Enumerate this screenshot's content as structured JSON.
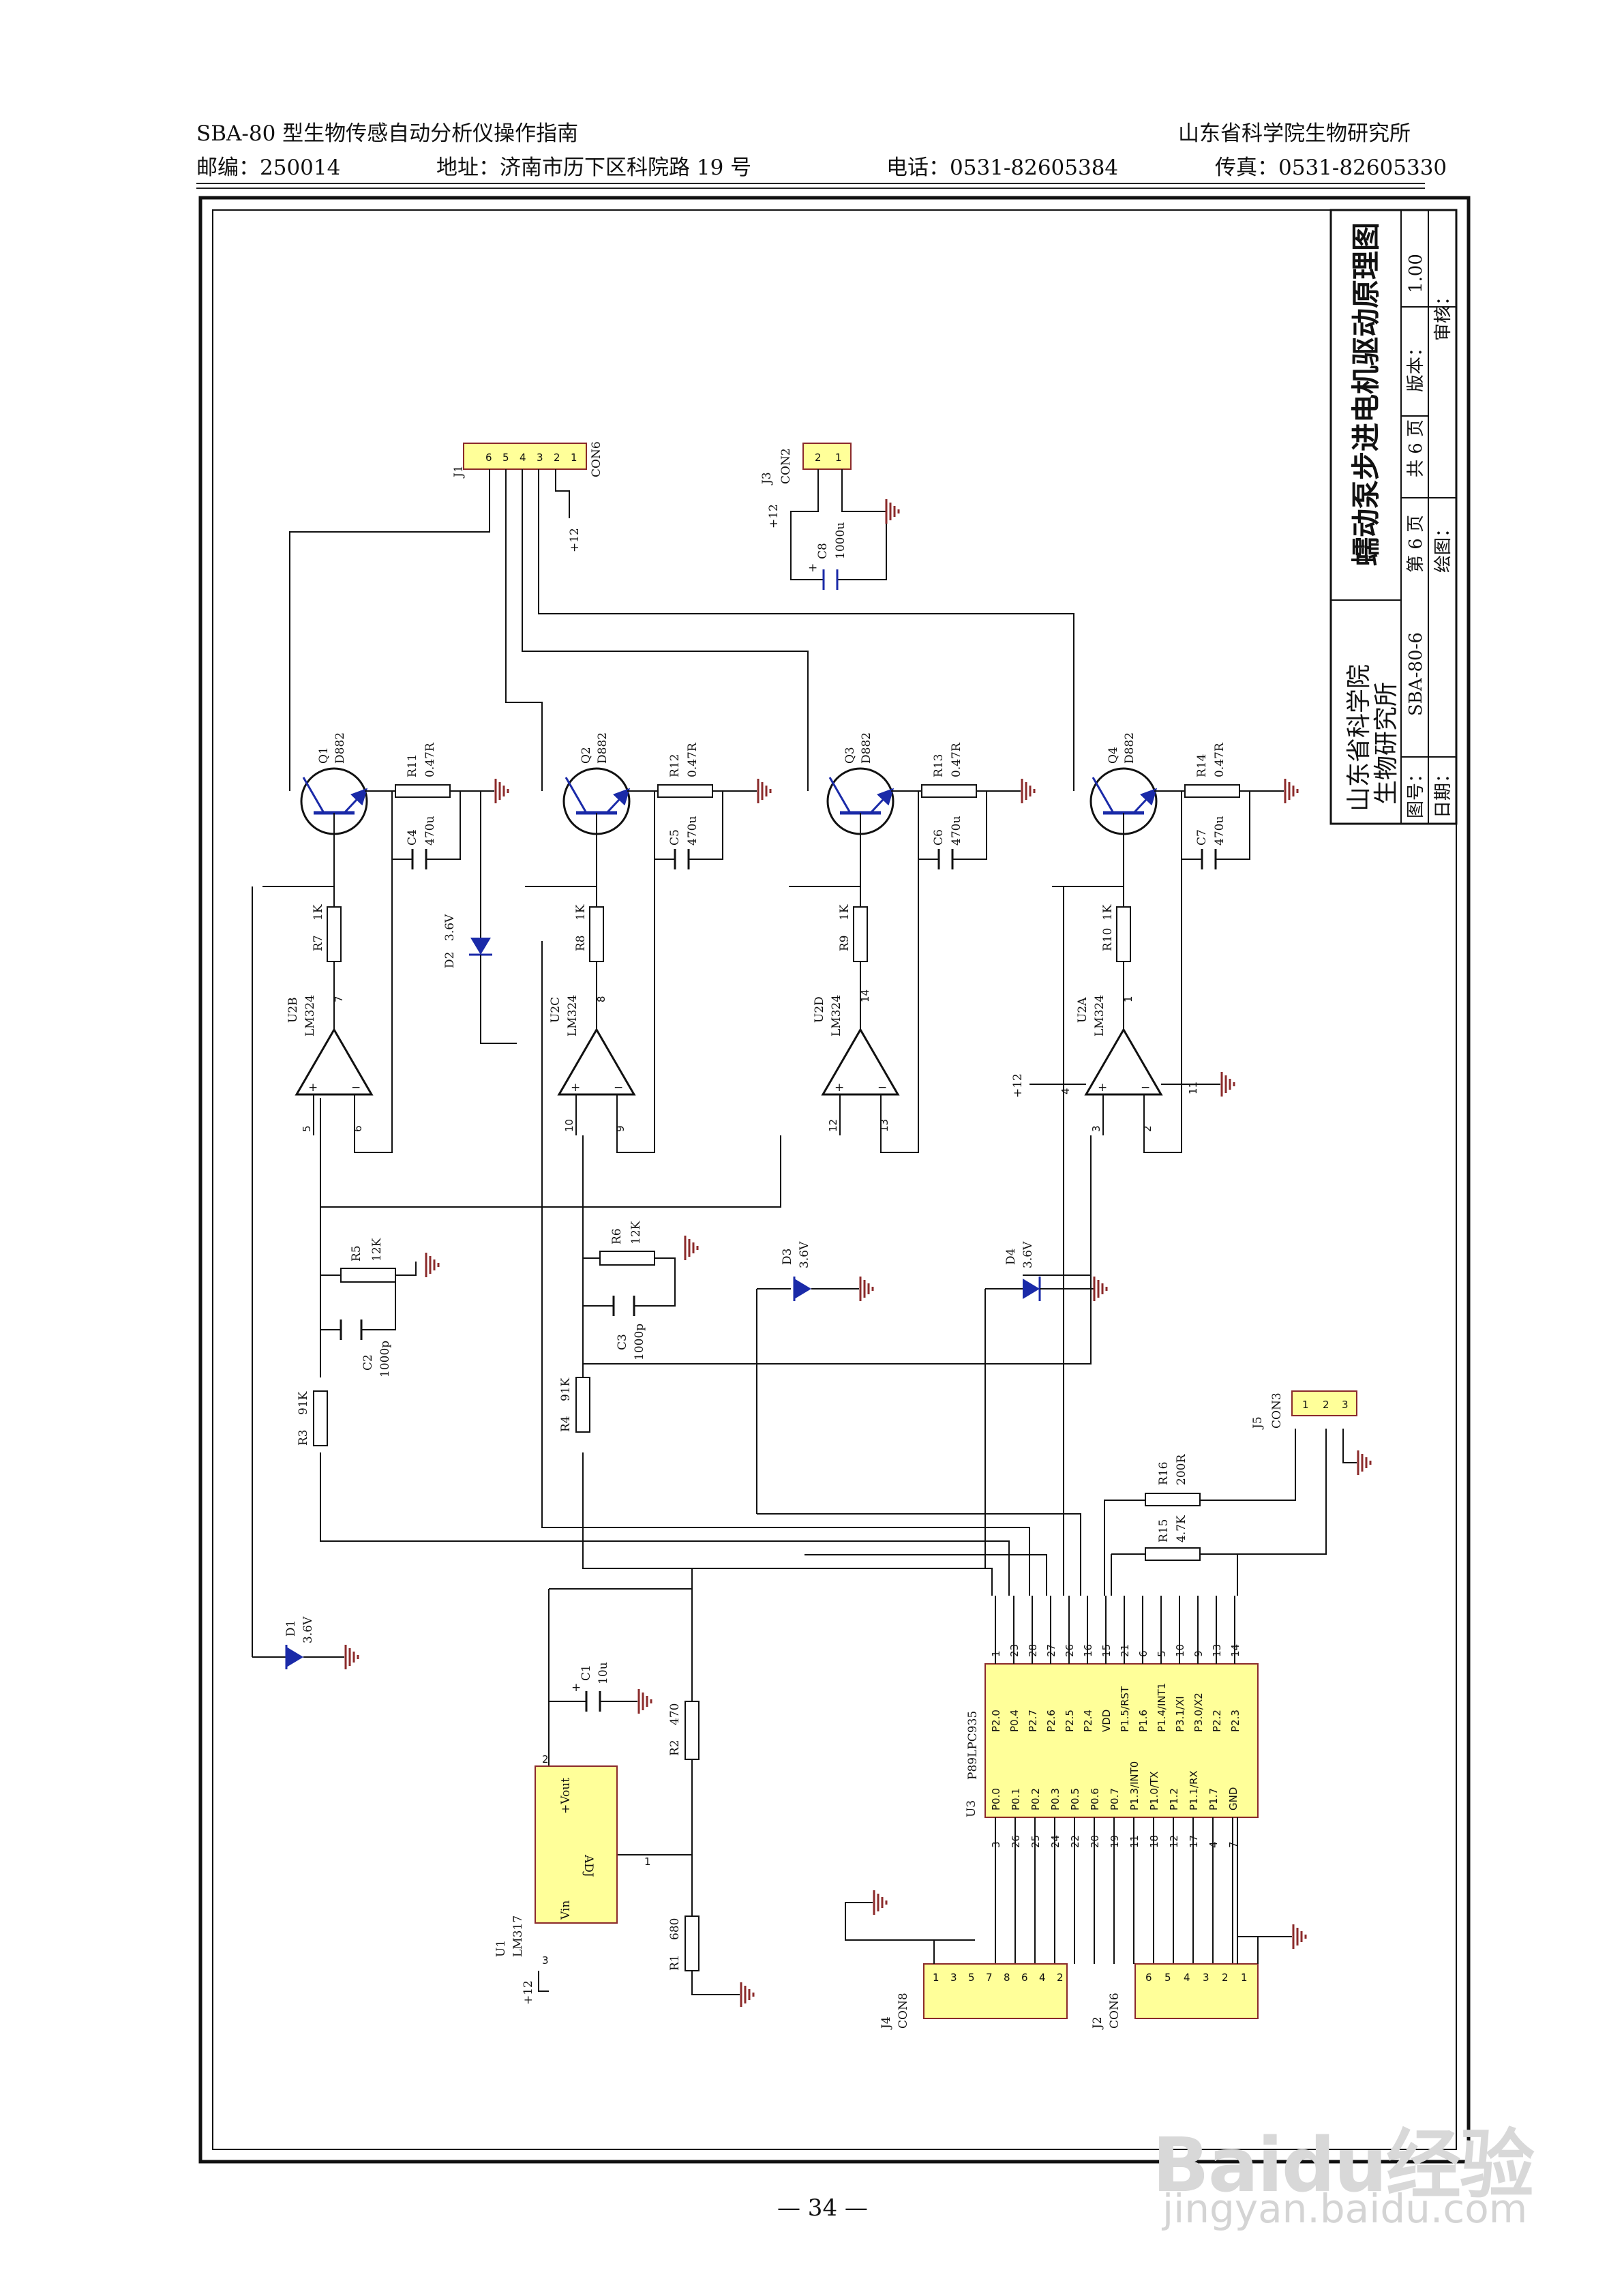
{
  "header": {
    "title": "SBA-80 型生物传感自动分析仪操作指南",
    "institute": "山东省科学院生物研究所",
    "postcode": "邮编：250014",
    "address": "地址：济南市历下区科院路 19 号",
    "phone": "电话：0531-82605384",
    "fax": "传真：0531-82605330"
  },
  "title_block": {
    "org_line1": "山东省科学院",
    "org_line2": "生物研究所",
    "drawing_title": "蠕动泵步进电机驱动原理图",
    "sheet": "第 6 页",
    "total": "共 6 页",
    "version_label": "版本：",
    "version": "1.00",
    "drawing_no_label": "图号：",
    "drawing_no": "SBA-80-6",
    "date_label": "日期：",
    "drawn_label": "绘图：",
    "review_label": "审核："
  },
  "components": {
    "transistors": [
      {
        "ref": "Q1",
        "part": "D882"
      },
      {
        "ref": "Q2",
        "part": "D882"
      },
      {
        "ref": "Q3",
        "part": "D882"
      },
      {
        "ref": "Q4",
        "part": "D882"
      }
    ],
    "emitter_resistors": [
      {
        "ref": "R11",
        "value": "0.47R"
      },
      {
        "ref": "R12",
        "value": "0.47R"
      },
      {
        "ref": "R13",
        "value": "0.47R"
      },
      {
        "ref": "R14",
        "value": "0.47R"
      }
    ],
    "emitter_caps": [
      {
        "ref": "C4",
        "value": "470u"
      },
      {
        "ref": "C5",
        "value": "470u"
      },
      {
        "ref": "C6",
        "value": "470u"
      },
      {
        "ref": "C7",
        "value": "470u"
      }
    ],
    "base_resistors": [
      {
        "ref": "R7",
        "value": "1K"
      },
      {
        "ref": "R8",
        "value": "1K"
      },
      {
        "ref": "R9",
        "value": "1K"
      },
      {
        "ref": "R10",
        "value": "1K"
      }
    ],
    "opamps": [
      {
        "ref": "U2B",
        "part": "LM324",
        "out": "7",
        "plus": "5",
        "minus": "6"
      },
      {
        "ref": "U2C",
        "part": "LM324",
        "out": "8",
        "plus": "10",
        "minus": "9"
      },
      {
        "ref": "U2D",
        "part": "LM324",
        "out": "14",
        "plus": "12",
        "minus": "13"
      },
      {
        "ref": "U2A",
        "part": "LM324",
        "out": "1",
        "plus": "3",
        "minus": "2"
      }
    ],
    "u2a_supply": {
      "vplus": "+12",
      "pin4": "4",
      "pin11": "11"
    },
    "zeners": [
      {
        "ref": "D1",
        "value": "3.6V"
      },
      {
        "ref": "D2",
        "value": "3.6V"
      },
      {
        "ref": "D3",
        "value": "3.6V"
      },
      {
        "ref": "D4",
        "value": "3.6V"
      }
    ],
    "r5": {
      "ref": "R5",
      "value": "12K"
    },
    "r6": {
      "ref": "R6",
      "value": "12K"
    },
    "c2": {
      "ref": "C2",
      "value": "1000p"
    },
    "c3": {
      "ref": "C3",
      "value": "1000p"
    },
    "r3": {
      "ref": "R3",
      "value": "91K"
    },
    "r4": {
      "ref": "R4",
      "value": "91K"
    },
    "r15": {
      "ref": "R15",
      "value": "4.7K"
    },
    "r16": {
      "ref": "R16",
      "value": "200R"
    },
    "c1": {
      "ref": "C1",
      "value": "10u",
      "plus": "+"
    },
    "c8": {
      "ref": "C8",
      "value": "1000u",
      "plus": "+"
    },
    "r2": {
      "ref": "R2",
      "value": "470"
    },
    "r1": {
      "ref": "R1",
      "value": "680"
    },
    "u1": {
      "ref": "U1",
      "part": "LM317",
      "vout": "+Vout",
      "vin": "Vin",
      "adj": "ADJ",
      "pin1": "1",
      "pin2": "2",
      "pin3": "3",
      "supply": "+12"
    },
    "u3": {
      "ref": "U3",
      "part": "P89LPC935",
      "top_pins": [
        "1",
        "23",
        "28",
        "27",
        "26",
        "16",
        "15",
        "21",
        "6",
        "5",
        "10",
        "9",
        "13",
        "14"
      ],
      "top_names": [
        "P2.0",
        "P0.4",
        "P2.7",
        "P2.6",
        "P2.5",
        "P2.4",
        "VDD",
        "P1.5/RST",
        "P1.6",
        "P1.4/INT1",
        "P3.1/XI",
        "P3.0/X2",
        "P2.2",
        "P2.3"
      ],
      "bottom_names": [
        "P0.0",
        "P0.1",
        "P0.2",
        "P0.3",
        "P0.5",
        "P0.6",
        "P0.7",
        "P1.3/INT0",
        "P1.0/TX",
        "P1.2",
        "P1.1/RX",
        "P1.7",
        "GND"
      ],
      "bottom_pins": [
        "3",
        "26",
        "25",
        "24",
        "22",
        "20",
        "19",
        "11",
        "18",
        "12",
        "17",
        "4",
        "7"
      ]
    },
    "j1": {
      "ref": "J1",
      "con": "CON6",
      "pins": [
        "6",
        "5",
        "4",
        "3",
        "2",
        "1"
      ],
      "supply": "+12"
    },
    "j3": {
      "ref": "J3",
      "con": "CON2",
      "pins": [
        "2",
        "1"
      ],
      "supply": "+12"
    },
    "j5": {
      "ref": "J5",
      "con": "CON3",
      "pins": [
        "1",
        "2",
        "3"
      ]
    },
    "j4": {
      "ref": "J4",
      "con": "CON8",
      "pins_top": [
        "1",
        "3",
        "5",
        "7"
      ],
      "pins_bottom": [
        "8",
        "6",
        "4",
        "2"
      ]
    },
    "j2": {
      "ref": "J2",
      "con": "CON6",
      "pins": [
        "6",
        "5",
        "4",
        "3",
        "2",
        "1"
      ]
    }
  },
  "page_number": "— 34 —",
  "watermark": {
    "brand": "Baidu经验",
    "url": "jingyan.baidu.com"
  }
}
